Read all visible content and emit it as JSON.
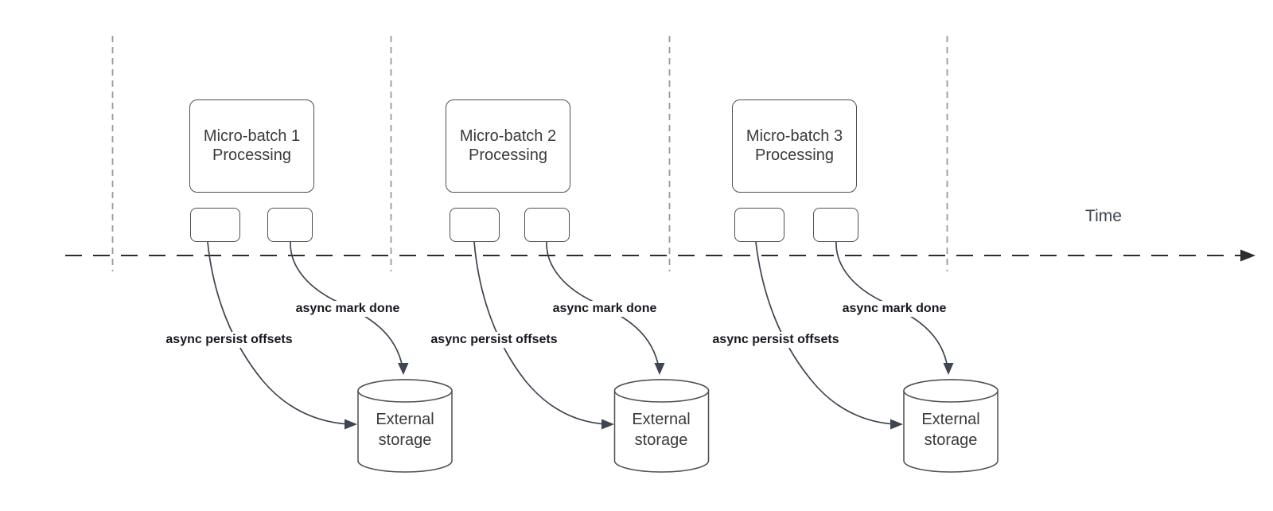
{
  "colors": {
    "background": "#ffffff",
    "shape_stroke": "#4f4f4f",
    "connector": "#3e4450",
    "guide_line": "#9a9a9a",
    "axis_line": "#2d2d2d",
    "box_text": "#3b3b3b",
    "bold_label_text": "#16181f",
    "axis_label_text": "#3f4650"
  },
  "time_axis": {
    "label": "Time"
  },
  "groups": [
    {
      "title_line1": "Micro-batch 1",
      "title_line2": "Processing",
      "persist_label": "async persist offsets",
      "mark_done_label": "async mark done",
      "storage_line1": "External",
      "storage_line2": "storage"
    },
    {
      "title_line1": "Micro-batch 2",
      "title_line2": "Processing",
      "persist_label": "async persist offsets",
      "mark_done_label": "async mark done",
      "storage_line1": "External",
      "storage_line2": "storage"
    },
    {
      "title_line1": "Micro-batch 3",
      "title_line2": "Processing",
      "persist_label": "async persist offsets",
      "mark_done_label": "async mark done",
      "storage_line1": "External",
      "storage_line2": "storage"
    }
  ]
}
